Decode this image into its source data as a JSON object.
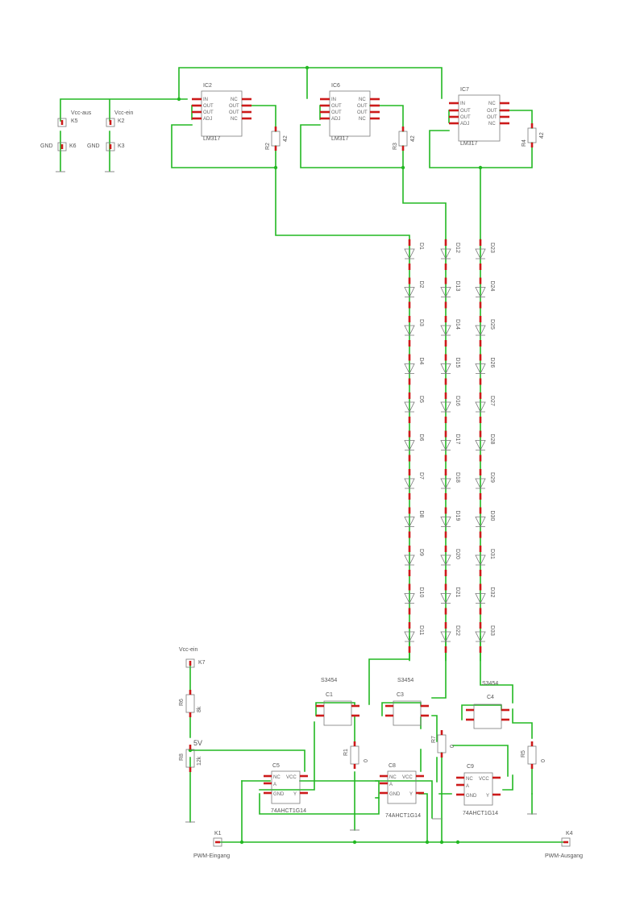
{
  "regulators": [
    {
      "ref": "IC2",
      "part": "LM317",
      "pins_left": [
        "IN",
        "OUT",
        "OUT",
        "ADJ"
      ],
      "pins_right": [
        "NC",
        "OUT",
        "OUT",
        "NC"
      ]
    },
    {
      "ref": "IC6",
      "part": "LM317",
      "pins_left": [
        "IN",
        "OUT",
        "OUT",
        "ADJ"
      ],
      "pins_right": [
        "NC",
        "OUT",
        "OUT",
        "NC"
      ]
    },
    {
      "ref": "IC7",
      "part": "LM317",
      "pins_left": [
        "IN",
        "OUT",
        "OUT",
        "ADJ"
      ],
      "pins_right": [
        "NC",
        "OUT",
        "OUT",
        "NC"
      ]
    }
  ],
  "regulator_resistors": [
    {
      "ref": "R2",
      "value": "42"
    },
    {
      "ref": "R3",
      "value": "42"
    },
    {
      "ref": "R4",
      "value": "42"
    }
  ],
  "connectors_top": [
    {
      "ref": "K5",
      "label": "Vcc-aus"
    },
    {
      "ref": "K2",
      "label": "Vcc-ein"
    },
    {
      "ref": "K6",
      "label": "GND"
    },
    {
      "ref": "K3",
      "label": "GND"
    }
  ],
  "led_chains": [
    [
      "D1",
      "D2",
      "D3",
      "D4",
      "D5",
      "D6",
      "D7",
      "D8",
      "D9",
      "D10",
      "D11"
    ],
    [
      "D12",
      "D13",
      "D14",
      "D15",
      "D16",
      "D17",
      "D18",
      "D19",
      "D20",
      "D21",
      "D22"
    ],
    [
      "D23",
      "D24",
      "D25",
      "D26",
      "D27",
      "D28",
      "D29",
      "D30",
      "D31",
      "D32",
      "D33"
    ]
  ],
  "switches": [
    {
      "ref": "C1",
      "part": "S3454"
    },
    {
      "ref": "C3",
      "part": "S3454"
    },
    {
      "ref": "C4",
      "part": "S3454"
    }
  ],
  "gates": [
    {
      "ref": "C5",
      "part": "74AHCT1G14",
      "pins_left": [
        "NC",
        "A",
        "GND"
      ],
      "pins_right": [
        "VCC",
        "",
        "Y"
      ]
    },
    {
      "ref": "C8",
      "part": "74AHCT1G14",
      "pins_left": [
        "NC",
        "A",
        "GND"
      ],
      "pins_right": [
        "VCC",
        "",
        "Y"
      ]
    },
    {
      "ref": "C9",
      "part": "74AHCT1G14",
      "pins_left": [
        "NC",
        "A",
        "GND"
      ],
      "pins_right": [
        "VCC",
        "",
        "Y"
      ]
    }
  ],
  "lower_resistors": [
    {
      "ref": "R1",
      "value": "0"
    },
    {
      "ref": "R7",
      "value": "0"
    },
    {
      "ref": "R5",
      "value": "0"
    },
    {
      "ref": "R6",
      "value": "8k"
    },
    {
      "ref": "R8",
      "value": "12k"
    }
  ],
  "net_label_5v": "5V",
  "connectors_bottom": [
    {
      "ref": "K7",
      "label": "Vcc-ein"
    },
    {
      "ref": "K1",
      "label": "PWM-Eingang"
    },
    {
      "ref": "K4",
      "label": "PWM-Ausgang"
    }
  ]
}
